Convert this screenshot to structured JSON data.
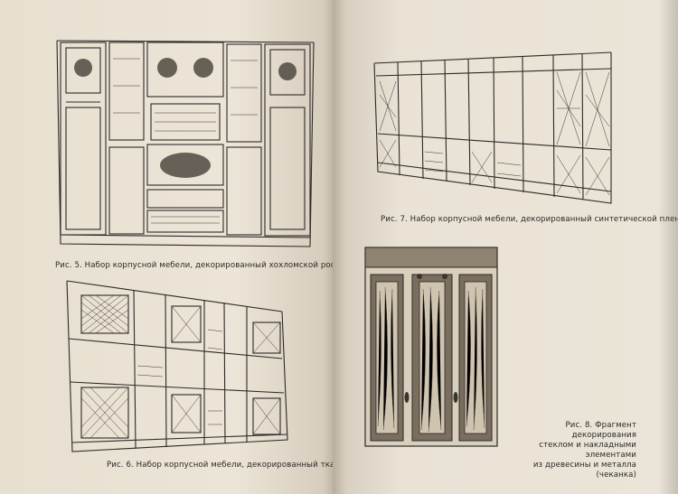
{
  "captions": {
    "fig5": "Рис. 5. Набор корпусной мебели, декорированный хохломской росписью",
    "fig6": "Рис. 6. Набор корпусной мебели, декорированный тканью",
    "fig7": "Рис. 7. Набор корпусной мебели, декорированный синтетической пленкой",
    "fig8": {
      "line1": "Рис. 8. Фрагмент декорирования",
      "line2": "стеклом и накладными элементами",
      "line3": "из древесины и металла (чеканка)"
    }
  }
}
